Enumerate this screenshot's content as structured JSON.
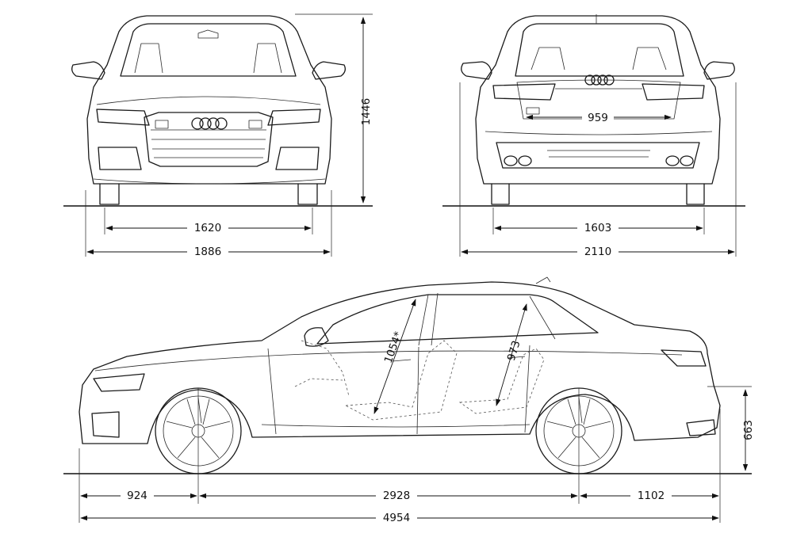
{
  "dimensions": {
    "front_track": "1620",
    "front_width": "1886",
    "height": "1446",
    "rear_tailgate_width": "959",
    "rear_track": "1603",
    "width_with_mirrors": "2110",
    "front_overhang": "924",
    "wheelbase": "2928",
    "rear_overhang": "1102",
    "length": "4954",
    "front_headroom": "1054*",
    "rear_headroom": "973",
    "loading_height": "663"
  }
}
